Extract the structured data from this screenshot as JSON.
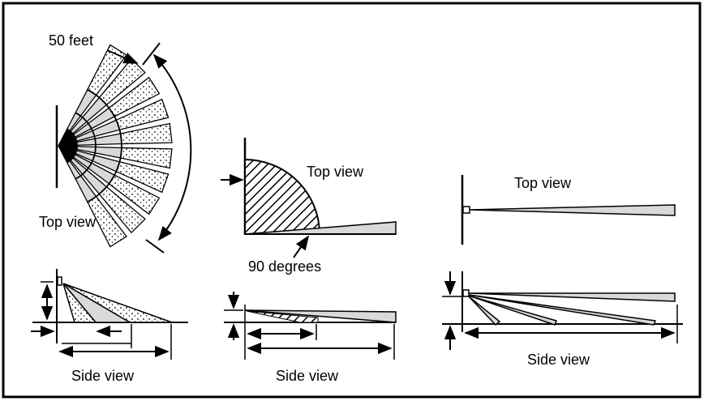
{
  "labels": {
    "distance": "50 feet",
    "top_view_1": "Top view",
    "side_view_1": "Side view",
    "top_view_2": "Top view",
    "angle": "90 degrees",
    "side_view_2": "Side view",
    "top_view_3": "Top view",
    "side_view_3": "Side view"
  },
  "colors": {
    "frame": "#000000",
    "beam_fill": "#d9d9d9",
    "ink": "#000000"
  }
}
